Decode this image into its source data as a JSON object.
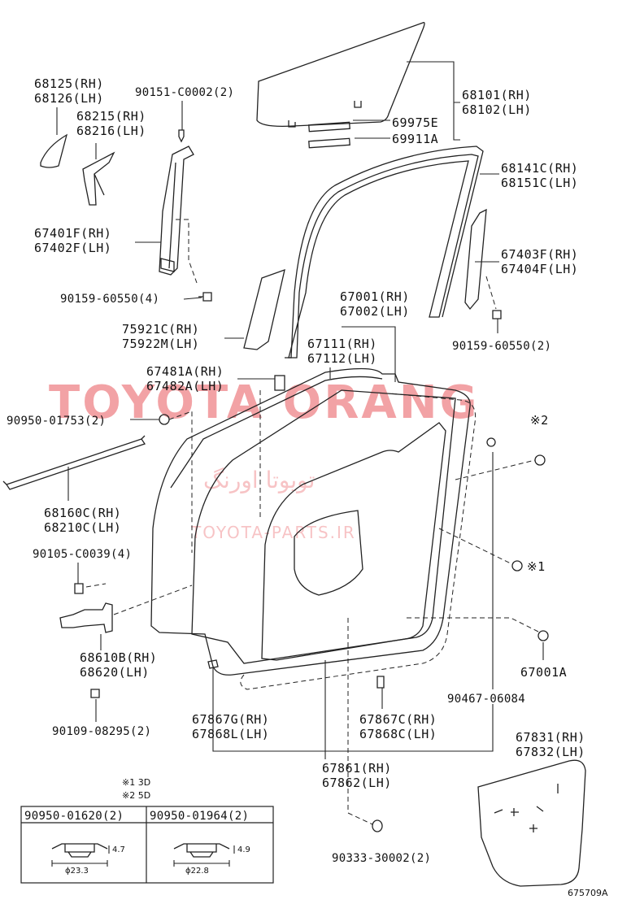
{
  "watermark": {
    "main": "TOYOTA ORANG",
    "persian": "تویوتا اورنگ",
    "site": "TOYOTA-PARTS.IR"
  },
  "labels": {
    "l68125": "68125(RH)",
    "l68126": "68126(LH)",
    "l90151": "90151-C0002(2)",
    "l68215": "68215(RH)",
    "l68216": "68216(LH)",
    "l68101": "68101(RH)",
    "l68102": "68102(LH)",
    "l69975": "69975E",
    "l69911": "69911A",
    "l68141": "68141C(RH)",
    "l68151": "68151C(LH)",
    "l67401": "67401F(RH)",
    "l67402": "67402F(LH)",
    "l67403": "67403F(RH)",
    "l67404": "67404F(LH)",
    "l90159a": "90159-60550(4)",
    "l67001": "67001(RH)",
    "l67002": "67002(LH)",
    "l90159b": "90159-60550(2)",
    "l75921": "75921C(RH)",
    "l75922": "75922M(LH)",
    "l67111": "67111(RH)",
    "l67112": "67112(LH)",
    "l67481": "67481A(RH)",
    "l67482": "67482A(LH)",
    "l90950a": "90950-01753(2)",
    "mark2": "※2",
    "l68160": "68160C(RH)",
    "l68210": "68210C(LH)",
    "l90105": "90105-C0039(4)",
    "mark1": "※1",
    "l68610": "68610B(RH)",
    "l68620": "68620(LH)",
    "l67001A": "67001A",
    "l90467": "90467-06084",
    "l90109": "90109-08295(2)",
    "l67867G": "67867G(RH)",
    "l67868L": "67868L(LH)",
    "l67867C": "67867C(RH)",
    "l67868C": "67868C(LH)",
    "l67831": "67831(RH)",
    "l67832": "67832(LH)",
    "l67861": "67861(RH)",
    "l67862": "67862(LH)",
    "l90333": "90333-30002(2)",
    "ref": "675709A"
  },
  "notes": {
    "n1": "※1  3D",
    "n2": "※2  5D"
  },
  "table": {
    "col1": "90950-01620(2)",
    "col2": "90950-01964(2)",
    "dim1_h": "4.7",
    "dim1_d": "ϕ23.3",
    "dim2_h": "4.9",
    "dim2_d": "ϕ22.8"
  }
}
